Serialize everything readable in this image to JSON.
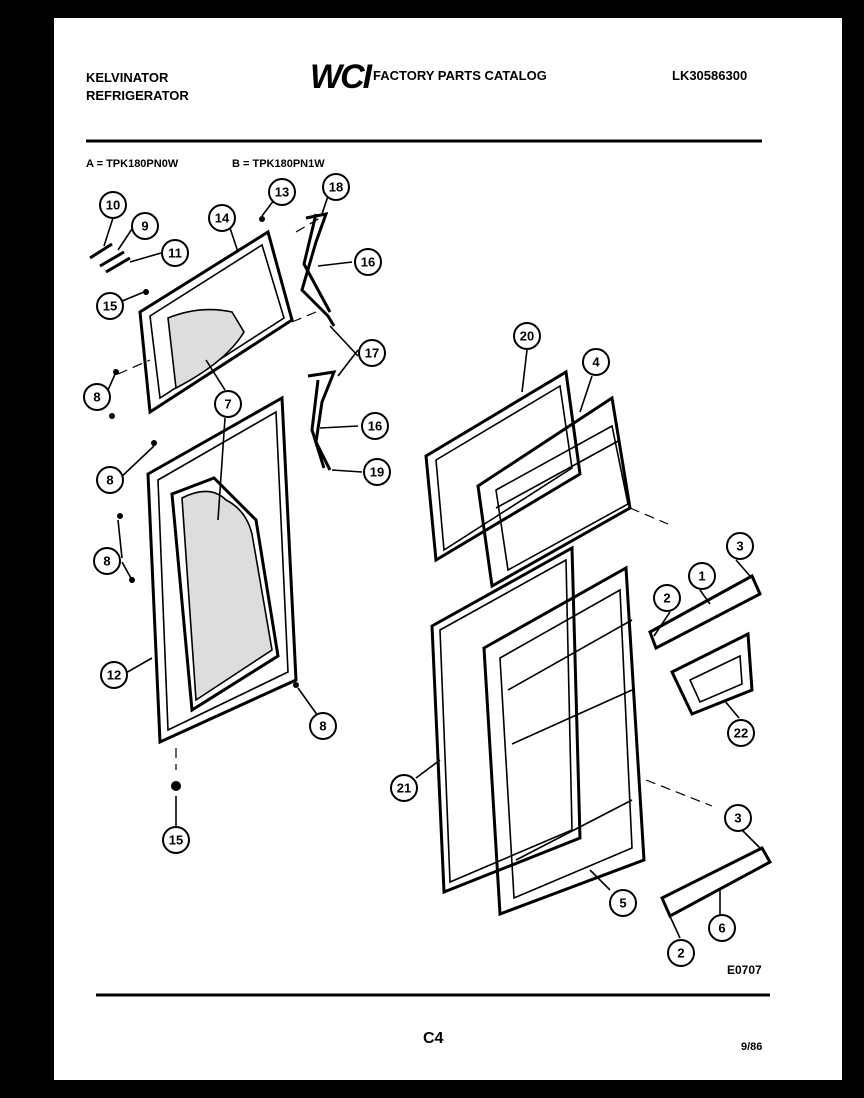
{
  "header": {
    "brand_line1": "KELVINATOR",
    "brand_line2": "REFRIGERATOR",
    "logo": "WCI",
    "catalog_title": "FACTORY PARTS CATALOG",
    "catalog_number": "LK30586300"
  },
  "models": {
    "a": "A = TPK180PN0W",
    "b": "B = TPK180PN1W"
  },
  "drawing_code": "E0707",
  "footer": {
    "page": "C4",
    "date": "9/86"
  },
  "callouts": [
    "10",
    "9",
    "11",
    "14",
    "13",
    "18",
    "16",
    "15",
    "8",
    "7",
    "17",
    "16",
    "19",
    "20",
    "4",
    "8",
    "8",
    "3",
    "1",
    "2",
    "12",
    "22",
    "8",
    "21",
    "15",
    "3",
    "5",
    "6",
    "2"
  ]
}
